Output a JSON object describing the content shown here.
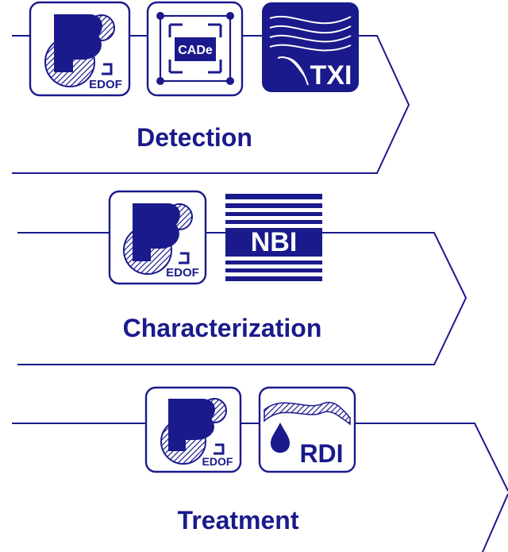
{
  "colors": {
    "primary": "#1a1a8c",
    "background": "#ffffff"
  },
  "stages": [
    {
      "title": "Detection",
      "icons": [
        {
          "name": "edof-icon",
          "label": "EDOF"
        },
        {
          "name": "cade-icon",
          "label": "CADe"
        },
        {
          "name": "txi-icon",
          "label": "TXI"
        }
      ]
    },
    {
      "title": "Characterization",
      "icons": [
        {
          "name": "edof-icon",
          "label": "EDOF"
        },
        {
          "name": "nbi-icon",
          "label": "NBI"
        }
      ]
    },
    {
      "title": "Treatment",
      "icons": [
        {
          "name": "edof-icon",
          "label": "EDOF"
        },
        {
          "name": "rdi-icon",
          "label": "RDI"
        }
      ]
    }
  ]
}
